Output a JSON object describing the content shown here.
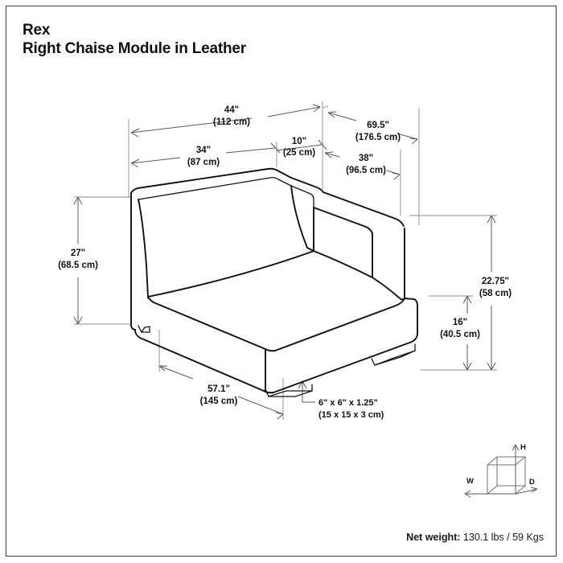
{
  "document": {
    "product_name": "Rex",
    "product_subtitle": "Right Chaise Module in Leather",
    "net_weight_label": "Net weight:",
    "net_weight_value": "130.1 lbs / 59 Kgs"
  },
  "colors": {
    "background": "#ffffff",
    "outline": "#111111",
    "dimension_line": "#5a5a5a",
    "extension_line": "#8a8a8a",
    "text": "#111111"
  },
  "dimensions": {
    "overall_back_width": {
      "imperial": "44\"",
      "metric": "(112 cm)"
    },
    "seat_back_width": {
      "imperial": "34\"",
      "metric": "(87 cm)"
    },
    "arm_width": {
      "imperial": "10\"",
      "metric": "(25 cm)"
    },
    "overall_depth": {
      "imperial": "69.5\"",
      "metric": "(176.5 cm)"
    },
    "arm_depth": {
      "imperial": "38\"",
      "metric": "(96.5 cm)"
    },
    "overall_height": {
      "imperial": "27\"",
      "metric": "(68.5 cm)"
    },
    "arm_height": {
      "imperial": "22.75\"",
      "metric": "(58 cm)"
    },
    "seat_height": {
      "imperial": "16\"",
      "metric": "(40.5 cm)"
    },
    "chaise_length": {
      "imperial": "57.1\"",
      "metric": "(145 cm)"
    },
    "foot_size": {
      "imperial": "6\" x 6\" x 1.25\"",
      "metric": "(15 x 15 x 3 cm)"
    }
  },
  "legend": {
    "width_axis": "W",
    "height_axis": "H",
    "depth_axis": "D"
  }
}
